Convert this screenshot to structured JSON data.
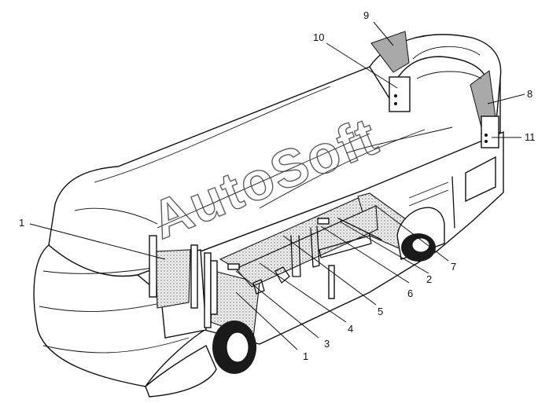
{
  "watermark": "AutoSoft",
  "callouts": {
    "c1a": "1",
    "c1b": "1",
    "c2": "2",
    "c3": "3",
    "c4": "4",
    "c5": "5",
    "c6": "6",
    "c7": "7",
    "c8": "8",
    "c9": "9",
    "c10": "10",
    "c11": "11"
  },
  "colors": {
    "line": "#111111",
    "insulation_fill": "#dcdcdc",
    "grey_panel": "#a9a9a9",
    "background": "#ffffff"
  }
}
